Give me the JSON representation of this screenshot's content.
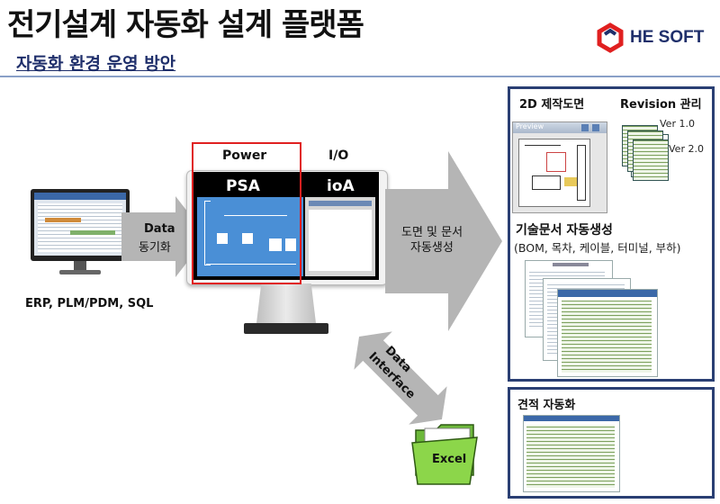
{
  "header": {
    "title": "전기설계 자동화 설계 플랫폼",
    "subtitle": "자동화 환경 운영 방안",
    "logo_text": "HE SOFT"
  },
  "left": {
    "system_label": "ERP, PLM/PDM, SQL",
    "sync_arrow": [
      "Data",
      "동기화"
    ]
  },
  "monitor": {
    "power_label": "Power",
    "io_label": "I/O",
    "psa_label": "PSA",
    "ioa_label": "ioA"
  },
  "big_arrow": [
    "도면 및 문서",
    "자동생성"
  ],
  "interface_arrow": [
    "Data",
    "Interface"
  ],
  "excel_label": "Excel",
  "right_panel": {
    "drawing_title": "2D 제작도면",
    "revision_title": "Revision 관리",
    "preview_label": "Preview",
    "ver1": "Ver 1.0",
    "ver2": "Ver 2.0",
    "docs_title": "기술문서 자동생성",
    "docs_items": "(BOM, 목차, 케이블, 터미널, 부하)"
  },
  "estimate_panel": {
    "title": "견적 자동화"
  },
  "colors": {
    "accent_red": "#e02020",
    "navy": "#1f2f6b",
    "arrow_gray": "#b5b5b5",
    "psa_blue": "#4a8fd6",
    "excel_green": "#8cd64a"
  }
}
